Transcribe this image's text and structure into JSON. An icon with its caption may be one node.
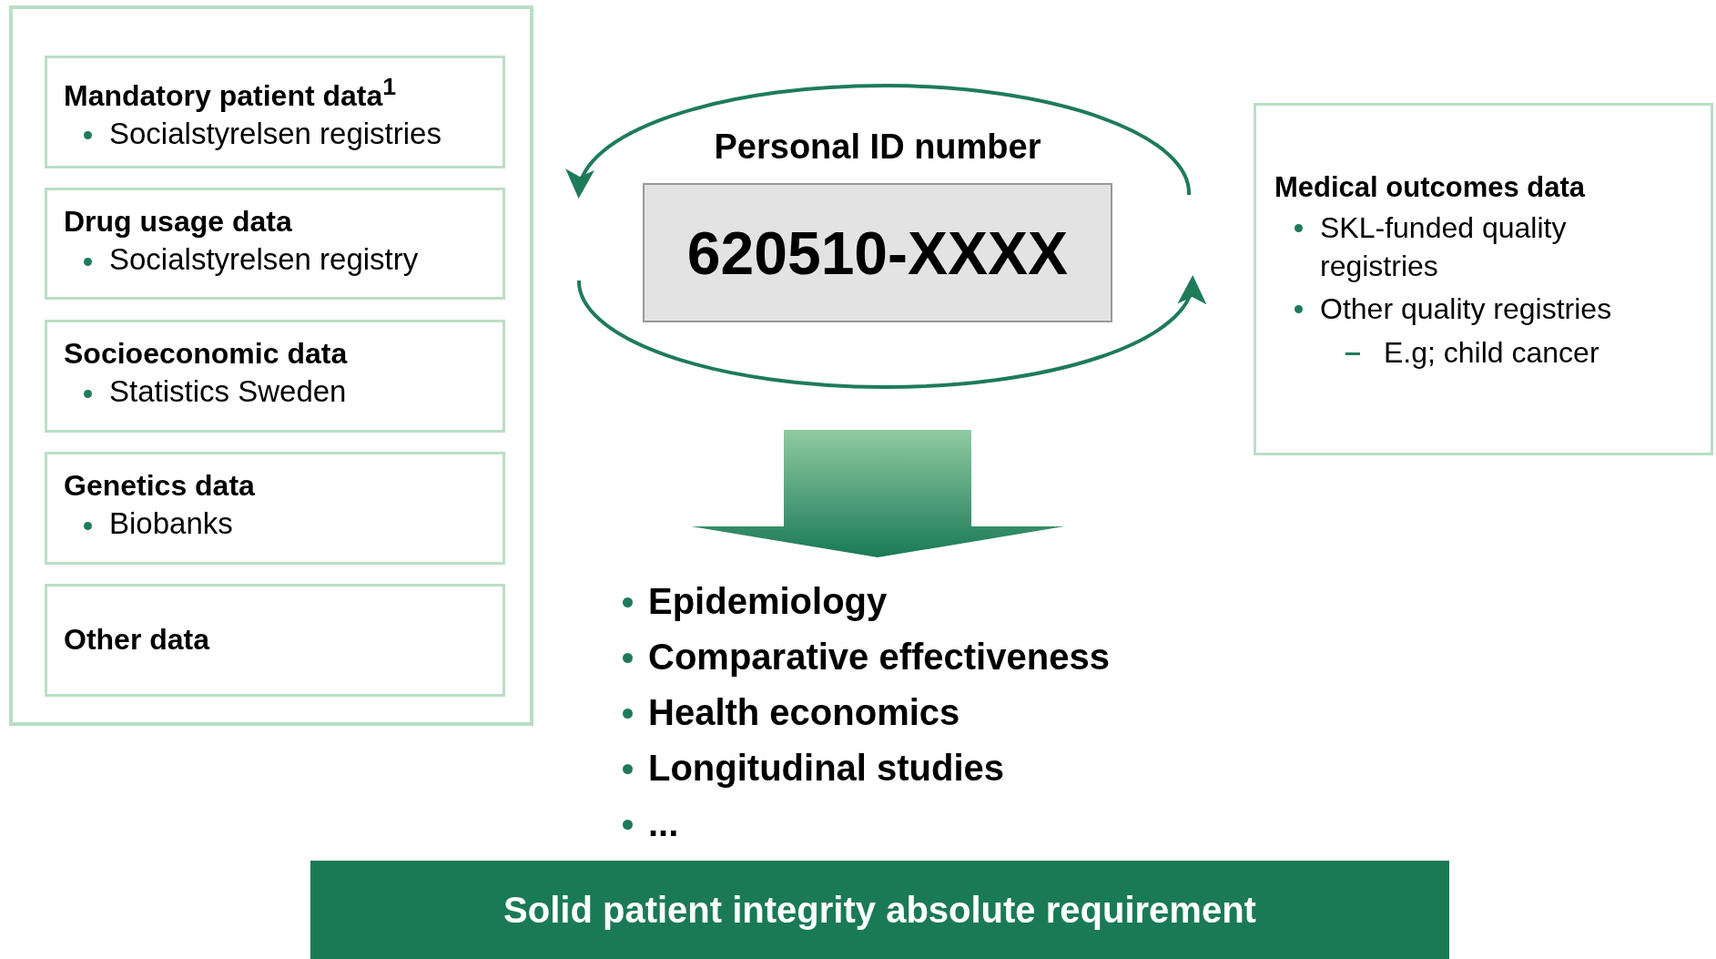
{
  "diagram": {
    "nodes": [
      {
        "text": [],
        "shape": "box"
      },
      {
        "text": [
          "Mandatory patient data$^{1}$",
          "Socialstyrelsen registries"
        ],
        "in": 0
      },
      {
        "text": [
          "Drug usage data",
          "Socialstyrelsen registry"
        ],
        "in": 0
      },
      {
        "text": [
          "Socioeconomic data",
          "Statistics Sweden"
        ],
        "in": 0
      },
      {
        "text": [
          "Genetics data",
          "Biobanks"
        ],
        "in": 0
      },
      {
        "text": [
          "Other data"
        ],
        "in": 0
      },
      {
        "text": [
          "Personal ID number",
          "620510-XXXX"
        ]
      },
      {
        "text": [
          "Medical outcomes data",
          "SKL-funded quality registries",
          "Other quality registries",
          "E.g; child cancer"
        ]
      },
      {
        "text": [
          "Epidemiology",
          "Comparative effectiveness",
          "Health economics",
          "Longitudinal studies",
          "..."
        ]
      },
      {
        "text": [
          "Solid patient integrity absolute requirement"
        ]
      }
    ],
    "edges": [
      {
        "from": 6,
        "to": 8,
        "arrow": "to",
        "style": "thick"
      }
    ]
  }
}
